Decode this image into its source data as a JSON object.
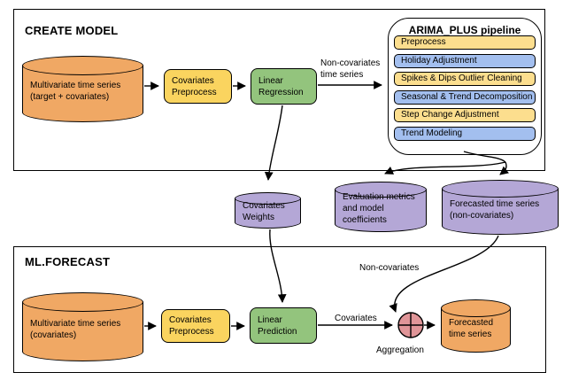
{
  "colors": {
    "orange": "#F0A864",
    "yellow": "#FAD45F",
    "green": "#93C47D",
    "purple": "#B4A7D6",
    "step_yellow": "#FCDE8E",
    "step_blue": "#A3BFEF",
    "aggregation_pink": "#E09598",
    "line": "#000000"
  },
  "create_model": {
    "title": "CREATE MODEL",
    "source": {
      "line1": "Multivariate time series",
      "line2": "(target + covariates)"
    },
    "preprocess": {
      "line1": "Covariates",
      "line2": "Preprocess"
    },
    "regression": {
      "line1": "Linear",
      "line2": "Regression"
    },
    "edge_label": {
      "line1": "Non-covariates",
      "line2": "time series"
    }
  },
  "arima_pipeline": {
    "title": "ARIMA_PLUS pipeline",
    "steps": [
      {
        "label": "Preprocess",
        "color": "yellow"
      },
      {
        "label": "Holiday Adjustment",
        "color": "blue"
      },
      {
        "label": "Spikes & Dips Outlier Cleaning",
        "color": "yellow"
      },
      {
        "label": "Seasonal & Trend Decomposition",
        "color": "blue"
      },
      {
        "label": "Step Change Adjustment",
        "color": "yellow"
      },
      {
        "label": "Trend Modeling",
        "color": "blue"
      }
    ]
  },
  "artifacts": {
    "covariates_weights": {
      "line1": "Covariates",
      "line2": "Weights"
    },
    "evaluation": {
      "line1": "Evaluation metrics",
      "line2": "and model",
      "line3": "coefficients"
    },
    "forecast_non_covariates": {
      "line1": "Forecasted time series",
      "line2": "(non-covariates)"
    }
  },
  "ml_forecast": {
    "title": "ML.FORECAST",
    "source": {
      "line1": "Multivariate time series",
      "line2": "(covariates)"
    },
    "preprocess": {
      "line1": "Covariates",
      "line2": "Preprocess"
    },
    "prediction": {
      "line1": "Linear",
      "line2": "Prediction"
    },
    "covariates_edge_label": "Covariates",
    "non_covariates_edge_label": "Non-covariates",
    "aggregation_label": "Aggregation",
    "output": {
      "line1": "Forecasted",
      "line2": "time series"
    }
  }
}
